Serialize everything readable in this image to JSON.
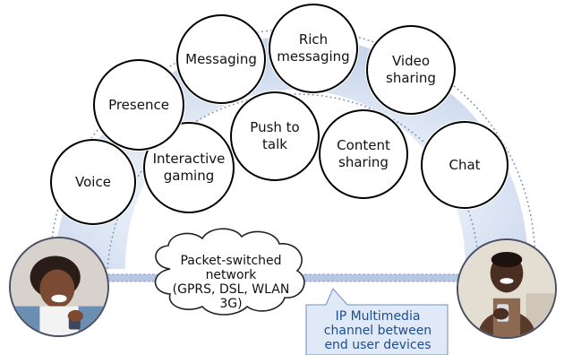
{
  "services": [
    {
      "id": "voice",
      "label": "Voice"
    },
    {
      "id": "interactive-gaming",
      "label": "Interactive\ngaming"
    },
    {
      "id": "presence",
      "label": "Presence"
    },
    {
      "id": "messaging",
      "label": "Messaging"
    },
    {
      "id": "rich-messaging",
      "label": "Rich\nmessaging"
    },
    {
      "id": "push-to-talk",
      "label": "Push to\ntalk"
    },
    {
      "id": "content-sharing",
      "label": "Content\nsharing"
    },
    {
      "id": "video-sharing",
      "label": "Video\nsharing"
    },
    {
      "id": "chat",
      "label": "Chat"
    }
  ],
  "network": {
    "label": "Packet-switched\nnetwork\n(GPRS, DSL, WLAN\n3G)"
  },
  "channel": {
    "label": "IP Multimedia\nchannel between\nend user devices"
  },
  "colors": {
    "arch": "#d4dff0",
    "arch_dots": "#7f96b5",
    "bubble_border": "#000000",
    "channel_line": "#8fa3cc",
    "callout_fill": "#dfe9f7",
    "callout_text": "#1f4d8f",
    "callout_border": "#6f8fbf"
  }
}
